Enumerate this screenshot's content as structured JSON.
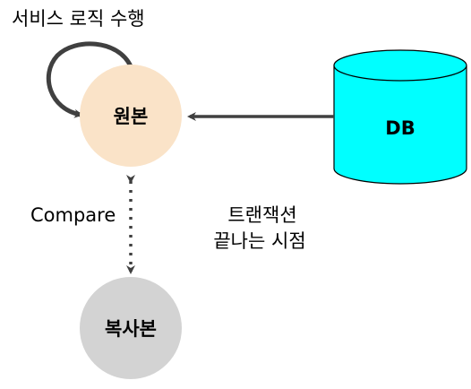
{
  "loop_label": "서비스 로직 수행",
  "nodes": {
    "original": {
      "label": "원본",
      "fill": "#fae3c8"
    },
    "copy": {
      "label": "복사본",
      "fill": "#d3d3d3"
    },
    "db": {
      "label": "DB",
      "fill": "#00ffff",
      "stroke": "#000000"
    }
  },
  "edges": {
    "compare": {
      "label": "Compare"
    },
    "transaction_end": {
      "label_line1": "트랜잭션",
      "label_line2": "끝나는 시점"
    }
  },
  "colors": {
    "arrow": "#404040",
    "text": "#000000"
  }
}
